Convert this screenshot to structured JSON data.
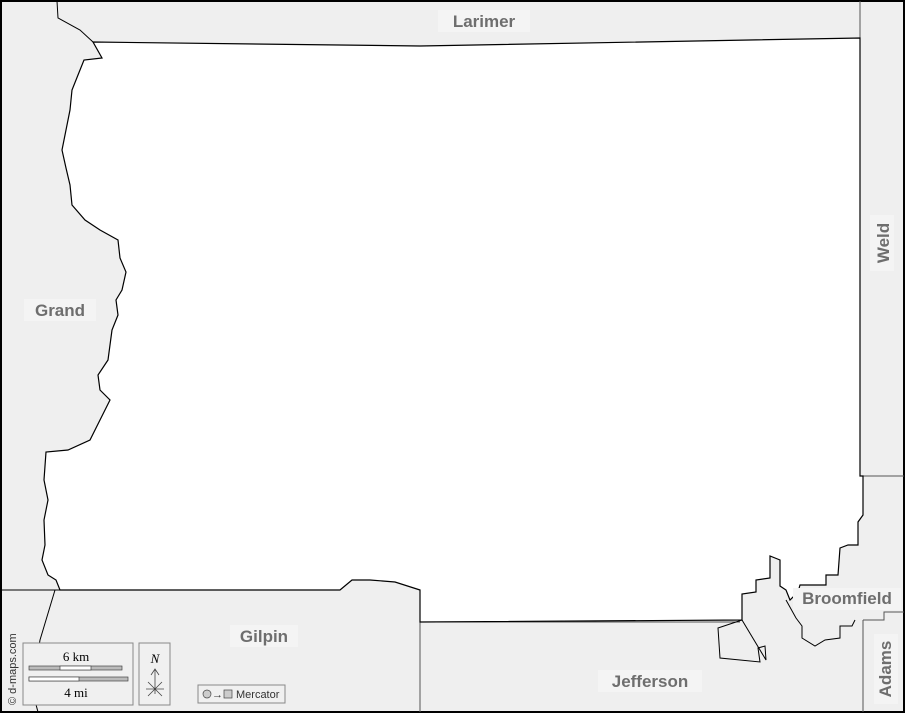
{
  "counties": {
    "larimer": "Larimer",
    "weld": "Weld",
    "grand": "Grand",
    "gilpin": "Gilpin",
    "jefferson": "Jefferson",
    "broomfield": "Broomfield",
    "adams": "Adams"
  },
  "scale": {
    "km": "6 km",
    "mi": "4 mi"
  },
  "north": "N",
  "projection": "Mercator",
  "credit": "© d-maps.com",
  "colors": {
    "neighbor": "#efefef",
    "focus": "#ffffff",
    "border": "#000000",
    "label": "#6e6e6e"
  }
}
